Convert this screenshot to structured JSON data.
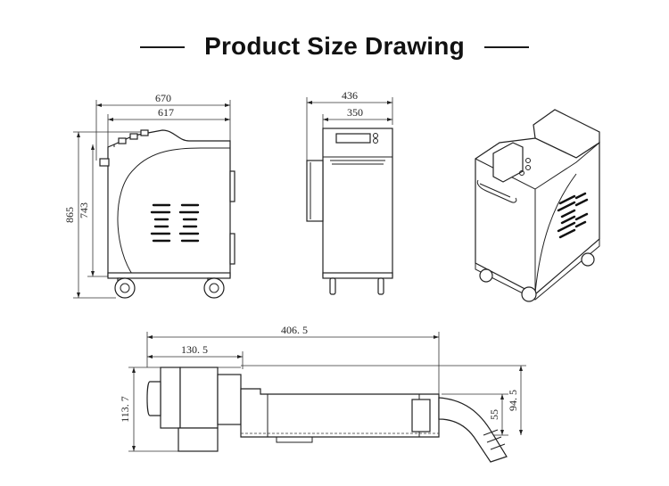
{
  "title": "Product Size Drawing",
  "dims": {
    "side_width_total": "670",
    "side_width_body": "617",
    "side_height_total": "865",
    "side_height_body": "743",
    "front_width_total": "436",
    "front_width_body": "350",
    "gun_length_total": "406. 5",
    "gun_head_length": "130. 5",
    "gun_head_height": "113. 7",
    "gun_tube_height": "55",
    "gun_outlet_height": "94. 5"
  }
}
